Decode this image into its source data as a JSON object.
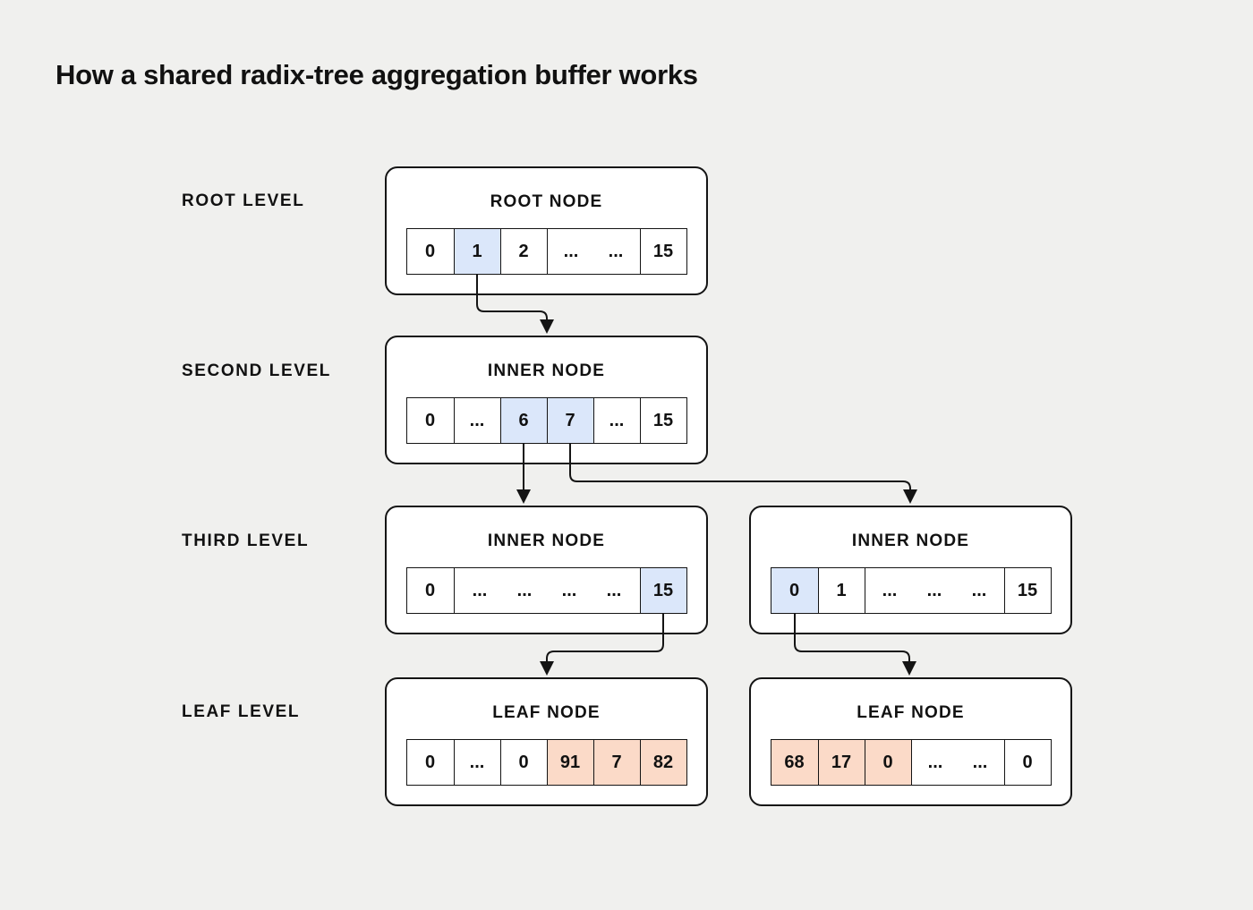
{
  "title": "How a shared radix-tree aggregation buffer works",
  "colors": {
    "background": "#f0f0ee",
    "node-fill": "#ffffff",
    "line": "#141414",
    "text": "#111111",
    "highlight-blue": "#dbe7fa",
    "highlight-orange": "#fbdac8"
  },
  "levels": {
    "root": {
      "label": "ROOT LEVEL"
    },
    "second": {
      "label": "SECOND LEVEL"
    },
    "third": {
      "label": "THIRD LEVEL"
    },
    "leaf": {
      "label": "LEAF LEVEL"
    }
  },
  "nodes": {
    "root": {
      "title": "ROOT NODE",
      "cells": [
        {
          "value": "0"
        },
        {
          "value": "1",
          "hl": "blue"
        },
        {
          "value": "2"
        },
        {
          "value": "...      ..."
        },
        {
          "value": "15"
        }
      ]
    },
    "second": {
      "title": "INNER NODE",
      "cells": [
        {
          "value": "0"
        },
        {
          "value": "..."
        },
        {
          "value": "6",
          "hl": "blue"
        },
        {
          "value": "7",
          "hl": "blue"
        },
        {
          "value": "..."
        },
        {
          "value": "15"
        }
      ]
    },
    "third_left": {
      "title": "INNER NODE",
      "cells": [
        {
          "value": "0"
        },
        {
          "value": "...      ...      ...      ..."
        },
        {
          "value": "15",
          "hl": "blue"
        }
      ]
    },
    "third_right": {
      "title": "INNER NODE",
      "cells": [
        {
          "value": "0",
          "hl": "blue"
        },
        {
          "value": "1"
        },
        {
          "value": "...      ...      ..."
        },
        {
          "value": "15"
        }
      ]
    },
    "leaf_left": {
      "title": "LEAF NODE",
      "cells": [
        {
          "value": "0"
        },
        {
          "value": "..."
        },
        {
          "value": "0"
        },
        {
          "value": "91",
          "hl": "orange"
        },
        {
          "value": "7",
          "hl": "orange"
        },
        {
          "value": "82",
          "hl": "orange"
        }
      ]
    },
    "leaf_right": {
      "title": "LEAF NODE",
      "cells": [
        {
          "value": "68",
          "hl": "orange"
        },
        {
          "value": "17",
          "hl": "orange"
        },
        {
          "value": "0",
          "hl": "orange"
        },
        {
          "value": "...      ..."
        },
        {
          "value": "0"
        }
      ]
    }
  }
}
